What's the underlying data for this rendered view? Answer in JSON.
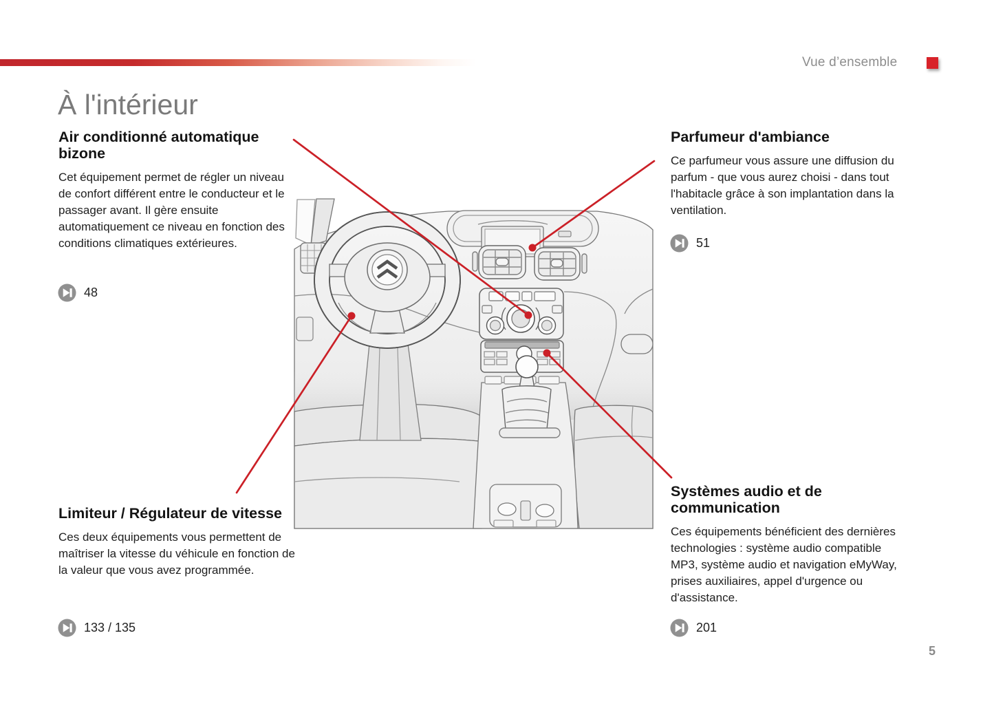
{
  "header": {
    "section_label": "Vue d’ensemble"
  },
  "title": "À l'intérieur",
  "features": {
    "climate": {
      "heading": "Air conditionné automatique bizone",
      "body": "Cet équipement permet de régler un niveau de confort différent entre le conducteur et le passager avant. Il gère ensuite automatiquement ce niveau en fonction des conditions climatiques extérieures.",
      "page_ref": "48"
    },
    "fragrance": {
      "heading": "Parfumeur d'ambiance",
      "body": "Ce parfumeur vous assure une diffusion du parfum - que vous aurez choisi - dans tout l'habitacle grâce à son implantation dans la ventilation.",
      "page_ref": "51"
    },
    "speed": {
      "heading": "Limiteur / Régulateur de vitesse",
      "body": "Ces deux équipements vous permettent de maîtriser la vitesse du véhicule en fonction de la valeur que vous avez programmée.",
      "page_ref": "133 / 135"
    },
    "audio": {
      "heading": "Systèmes audio et de communication",
      "body": "Ces équipements bénéficient des dernières technologies : système audio compatible MP3, système audio et navigation eMyWay, prises auxiliaires, appel d'urgence ou d'assistance.",
      "page_ref": "201"
    }
  },
  "page_number": "5",
  "colors": {
    "accent_red": "#cb2027",
    "title_gray": "#7a7a7a"
  }
}
